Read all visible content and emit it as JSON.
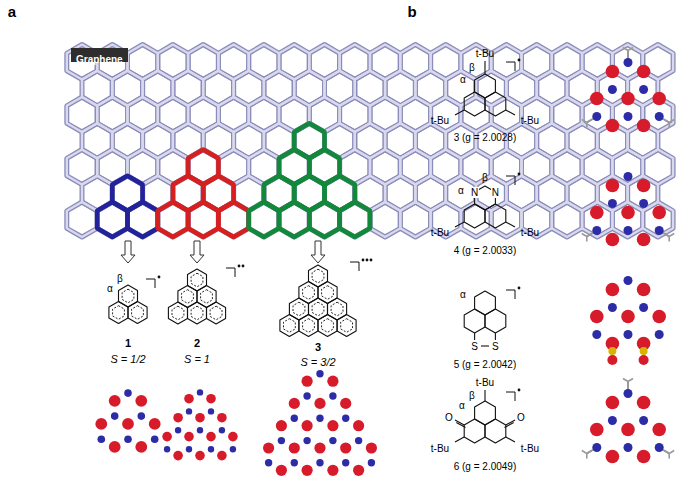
{
  "diagram": {
    "nodes": [
      {
        "text": [
          "Graphene"
        ]
      }
    ],
    "labels": [
      "a",
      "b",
      "α",
      "β",
      "1",
      "S = 1/2",
      "2",
      "S = 1",
      "3",
      "S = 3/2",
      "t-Bu",
      "α",
      "β",
      "t-Bu",
      "t-Bu",
      "3 (g = 2.0028)",
      "α",
      "N",
      "β",
      "N",
      "t-Bu",
      "t-Bu",
      "4 (g = 2.0033)",
      "α",
      "S",
      "S",
      "5 (g = 2.0042)",
      "t-Bu",
      "α",
      "β",
      "O",
      "O",
      "t-Bu",
      "t-Bu",
      "6 (g = 2.0049)"
    ]
  }
}
